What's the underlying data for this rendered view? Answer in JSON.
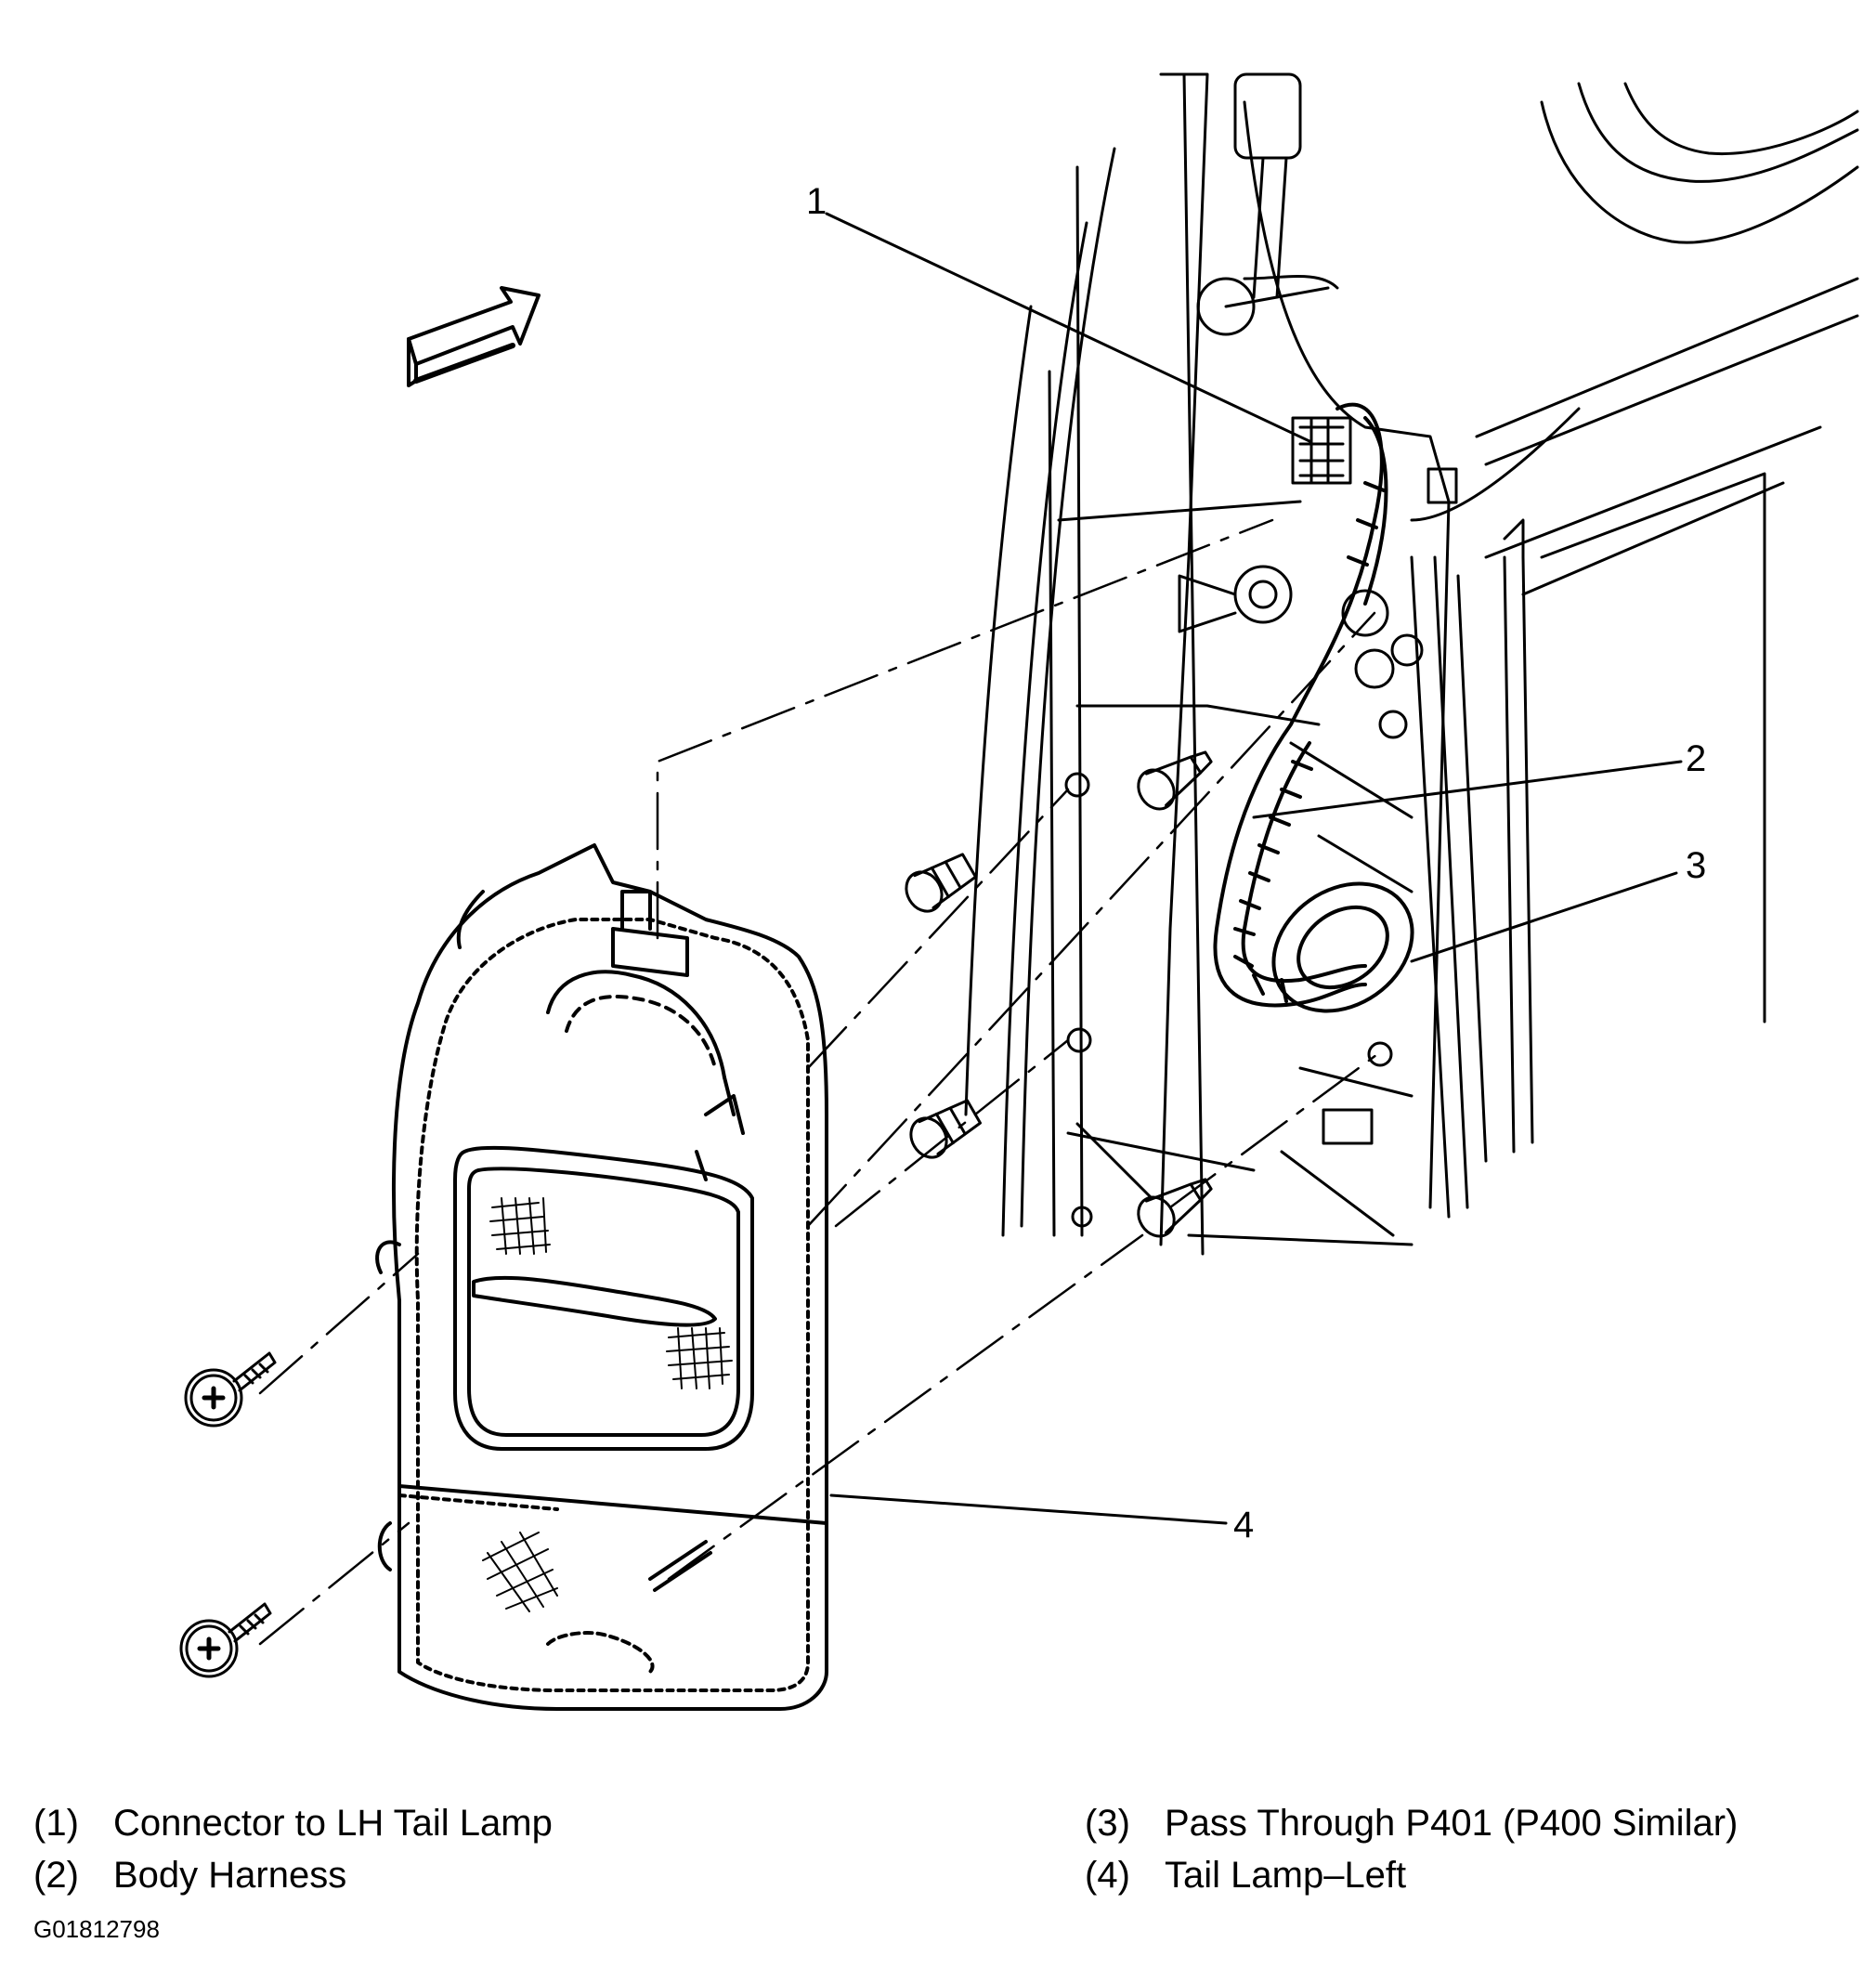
{
  "callouts": [
    "1",
    "2",
    "3",
    "4"
  ],
  "legend": {
    "left": [
      {
        "num": "(1)",
        "text": "Connector to LH Tail Lamp"
      },
      {
        "num": "(2)",
        "text": "Body Harness"
      }
    ],
    "right": [
      {
        "num": "(3)",
        "text": "Pass Through P401 (P400 Similar)"
      },
      {
        "num": "(4)",
        "text": "Tail Lamp–Left"
      }
    ]
  },
  "figure_id": "G01812798",
  "icons": [
    "forward-arrow-icon",
    "screw-icon",
    "retainer-icon",
    "connector-icon",
    "grommet-icon"
  ]
}
